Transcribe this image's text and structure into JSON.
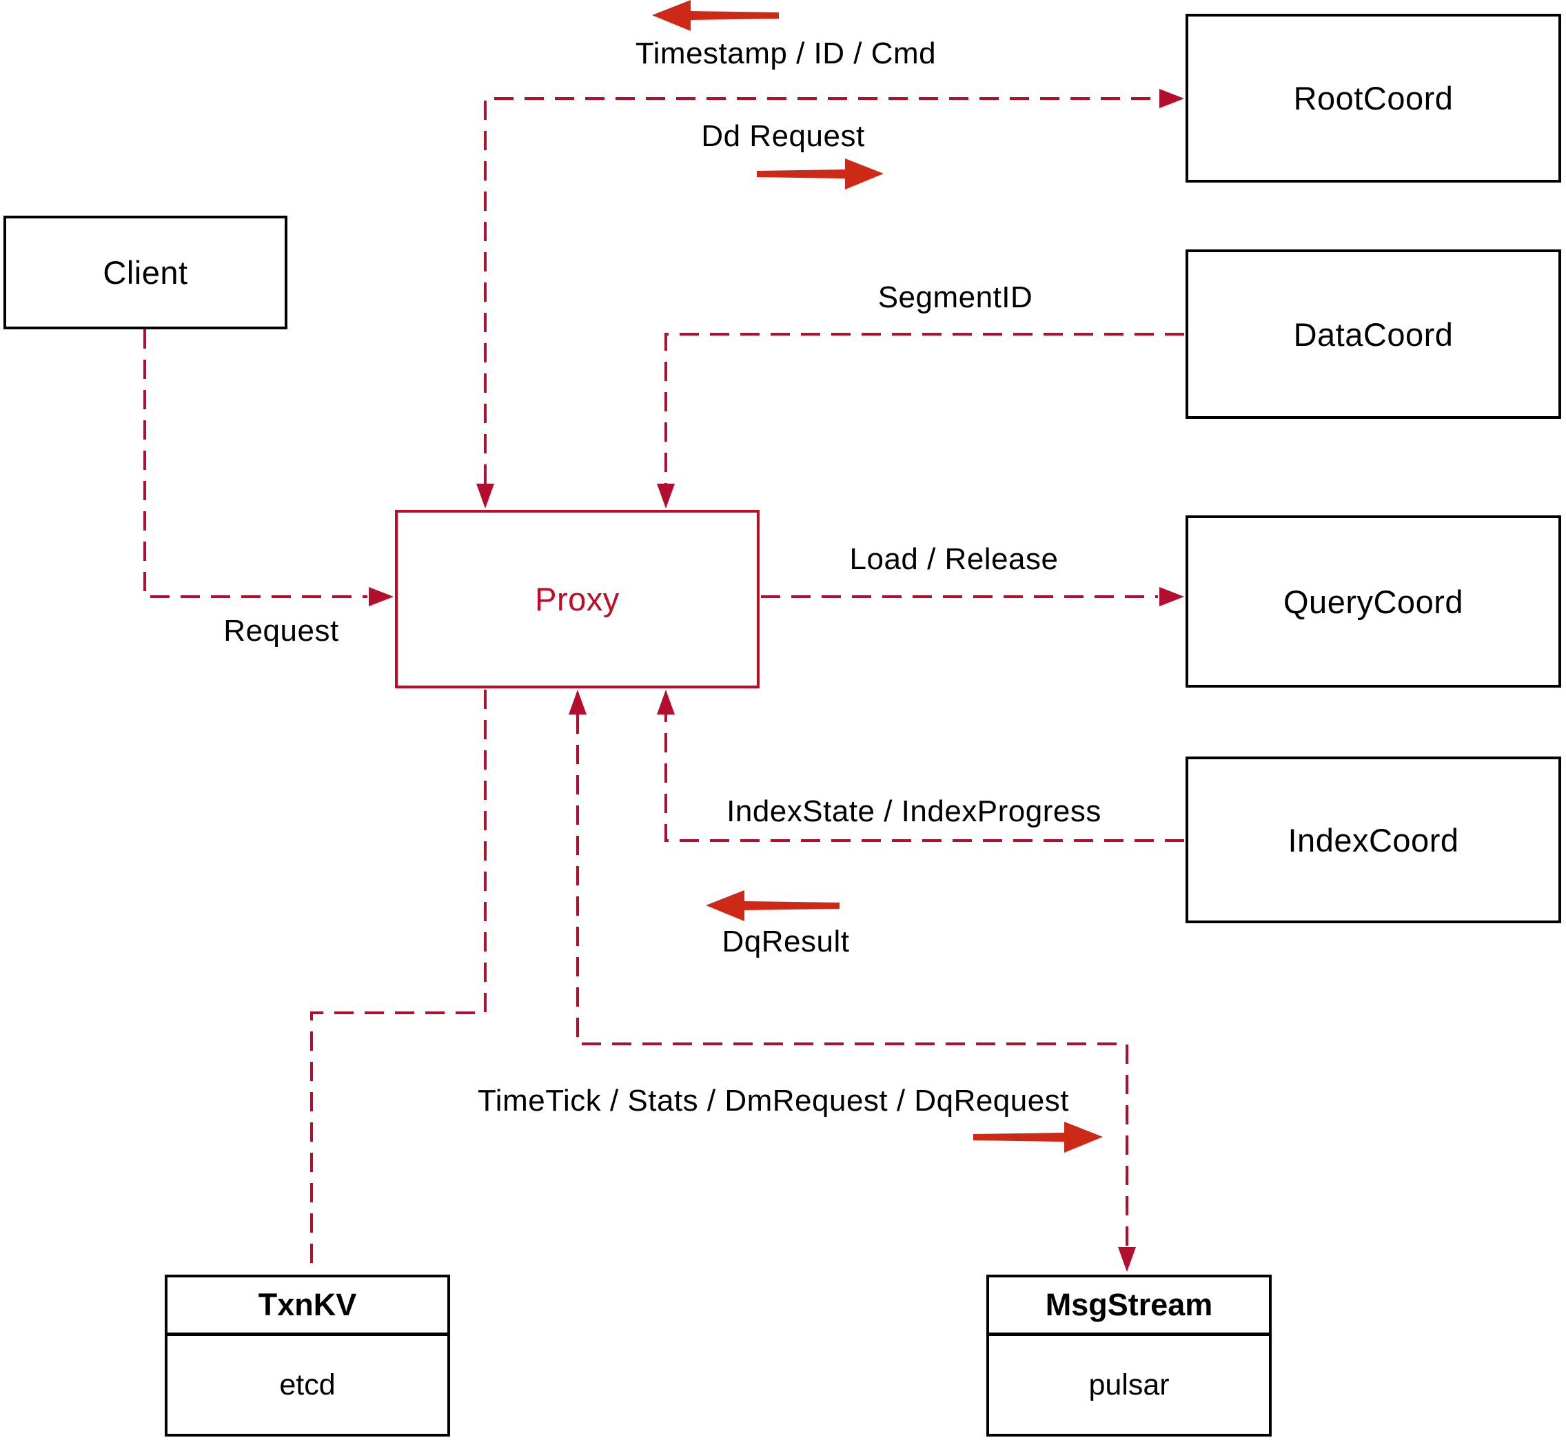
{
  "diagram": {
    "title_hint": "proxy-architecture-diagram",
    "nodes": {
      "client": {
        "label": "Client"
      },
      "proxy": {
        "label": "Proxy"
      },
      "root_coord": {
        "label": "RootCoord"
      },
      "data_coord": {
        "label": "DataCoord"
      },
      "query_coord": {
        "label": "QueryCoord"
      },
      "index_coord": {
        "label": "IndexCoord"
      },
      "txn_kv": {
        "title": "TxnKV",
        "subtitle": "etcd"
      },
      "msg_stream": {
        "title": "MsgStream",
        "subtitle": "pulsar"
      }
    },
    "edge_labels": {
      "timestamp": "Timestamp / ID / Cmd",
      "dd_request": "Dd Request",
      "segment_id": "SegmentID",
      "request": "Request",
      "load_release": "Load / Release",
      "index_state": "IndexState / IndexProgress",
      "dq_result": "DqResult",
      "time_tick": "TimeTick / Stats / DmRequest / DqRequest"
    },
    "colors": {
      "dashed_connector": "#b20e2d",
      "solid_direction_arrow": "#cc2a16",
      "proxy_accent": "#c00b27",
      "box_border": "#000000",
      "label_text": "#000000",
      "background": "#ffffff"
    }
  }
}
